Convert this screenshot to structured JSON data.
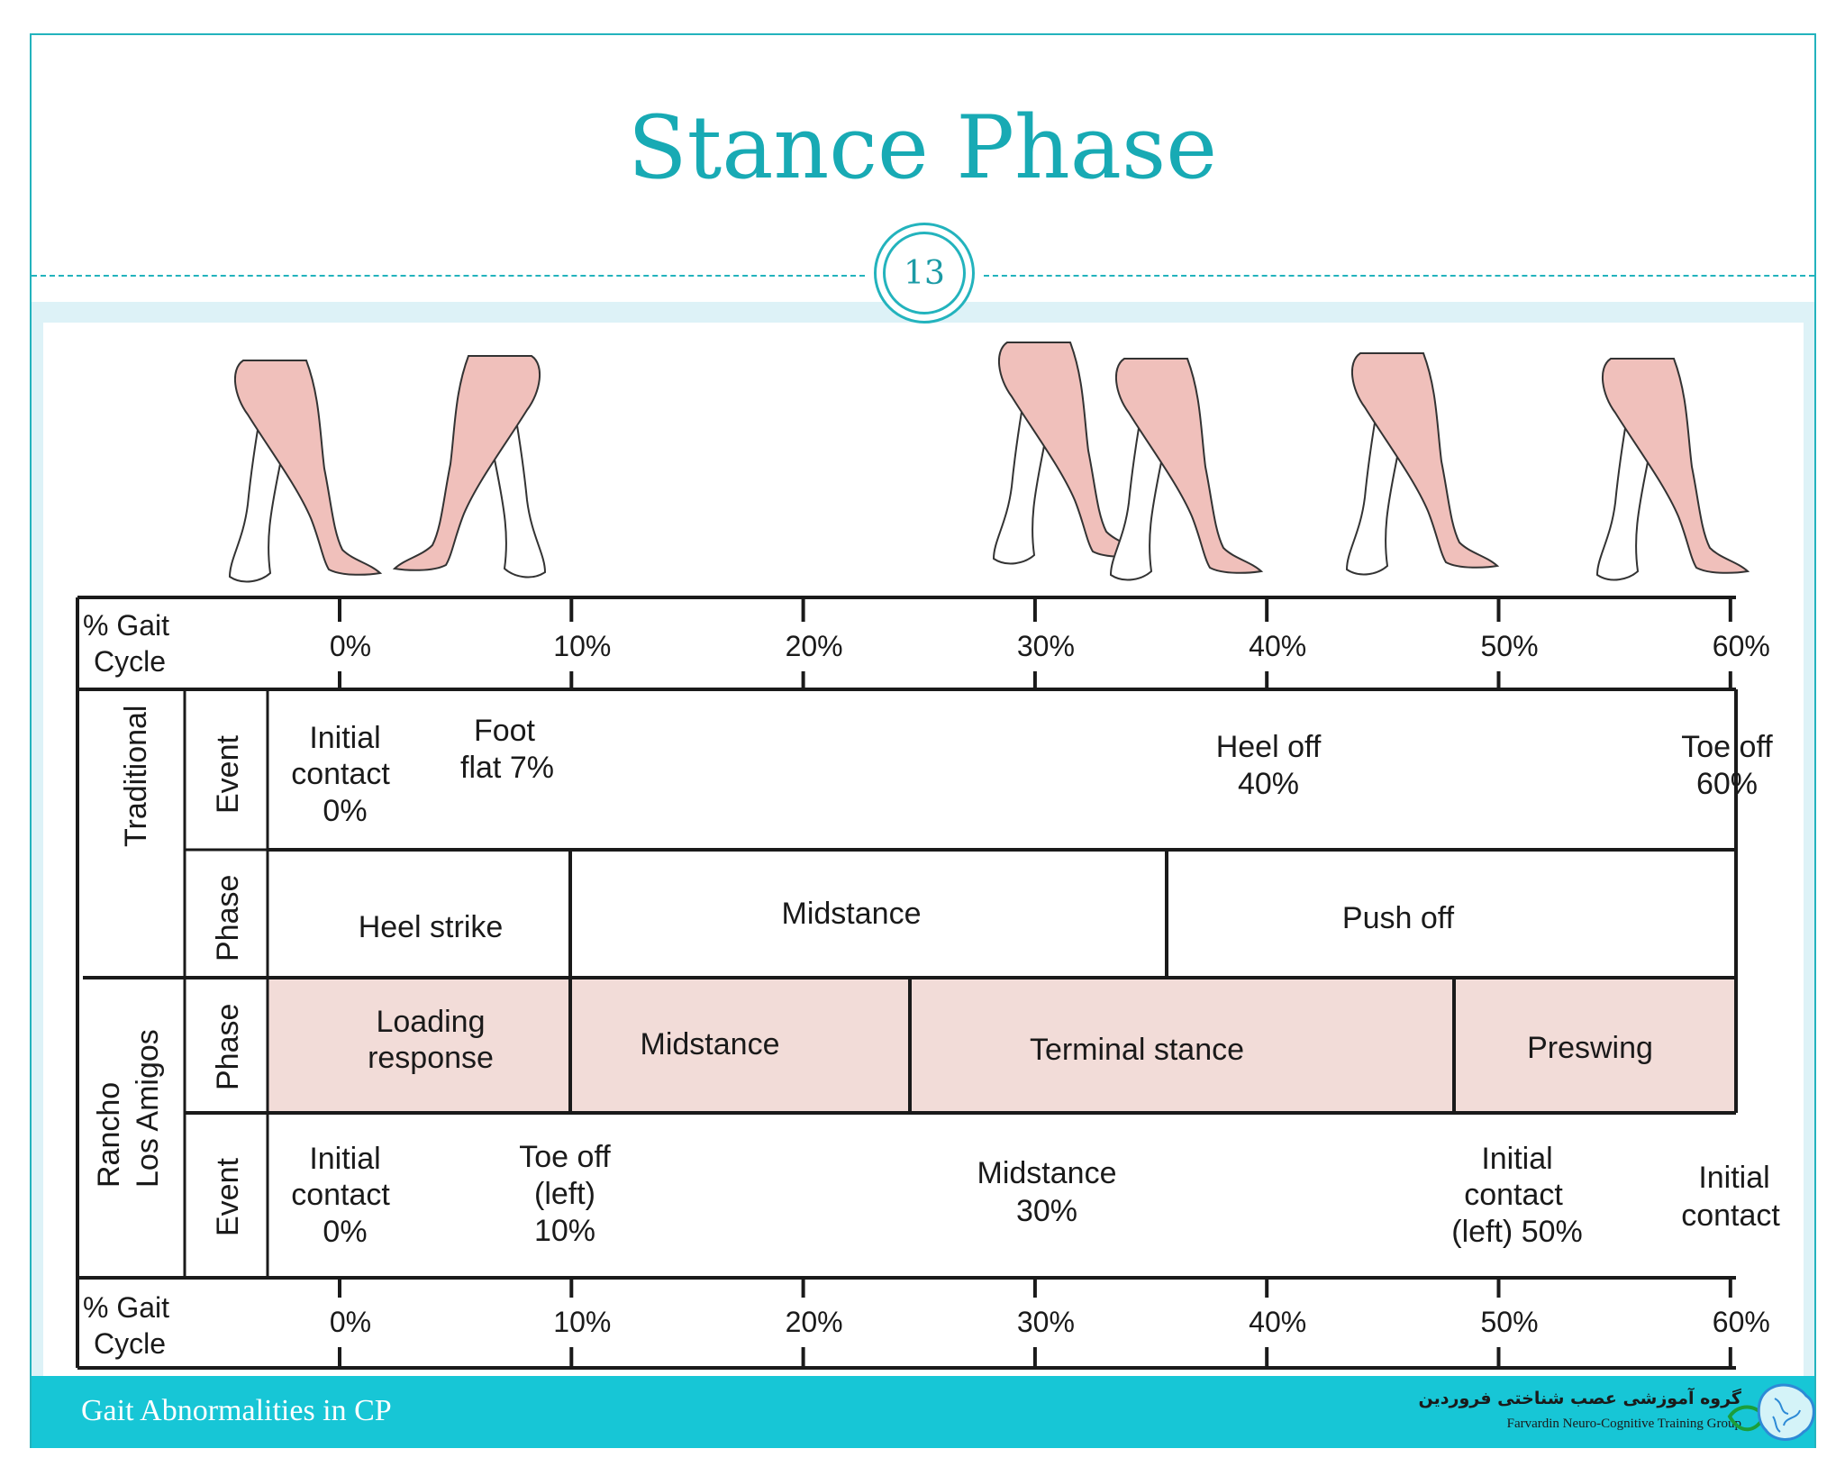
{
  "slide": {
    "title": "Stance Phase",
    "page_number": "13",
    "footer": "Gait Abnormalities in CP",
    "logo_text_fa": "گروه آموزشی عصب شناختی فروردین",
    "logo_text_en": "Farvardin Neuro-Cognitive Training Group"
  },
  "colors": {
    "accent": "#18aab4",
    "footer_bg": "#17c6d6",
    "band_bg": "#ddf2f7",
    "rancho_fill": "#f2dcd8",
    "leg_fill": "#f0c0bb"
  },
  "gait_table": {
    "percent_header": [
      "% Gait",
      "Cycle"
    ],
    "percent_ticks": [
      "0%",
      "10%",
      "20%",
      "30%",
      "40%",
      "50%",
      "60%"
    ],
    "traditional": {
      "label": "Traditional",
      "event_label": "Event",
      "phase_label": "Phase",
      "events": [
        {
          "lines": [
            "Initial",
            "contact",
            "0%"
          ]
        },
        {
          "lines": [
            "Foot",
            "flat 7%"
          ]
        },
        {
          "lines": [
            "Heel off",
            "40%"
          ]
        },
        {
          "lines": [
            "Toe off",
            "60%"
          ]
        }
      ],
      "phases": [
        "Heel strike",
        "Midstance",
        "Push off"
      ]
    },
    "rancho": {
      "label": [
        "Rancho",
        "Los Amigos"
      ],
      "phase_label": "Phase",
      "event_label": "Event",
      "phases": [
        {
          "lines": [
            "Loading",
            "response"
          ]
        },
        {
          "lines": [
            "Midstance"
          ]
        },
        {
          "lines": [
            "Terminal stance"
          ]
        },
        {
          "lines": [
            "Preswing"
          ]
        }
      ],
      "events": [
        {
          "lines": [
            "Initial",
            "contact",
            "0%"
          ]
        },
        {
          "lines": [
            "Toe off",
            "(left)",
            "10%"
          ]
        },
        {
          "lines": [
            "Midstance",
            "30%"
          ]
        },
        {
          "lines": [
            "Initial",
            "contact",
            "(left) 50%"
          ]
        },
        {
          "lines": [
            "Initial",
            "contact"
          ]
        }
      ]
    }
  }
}
